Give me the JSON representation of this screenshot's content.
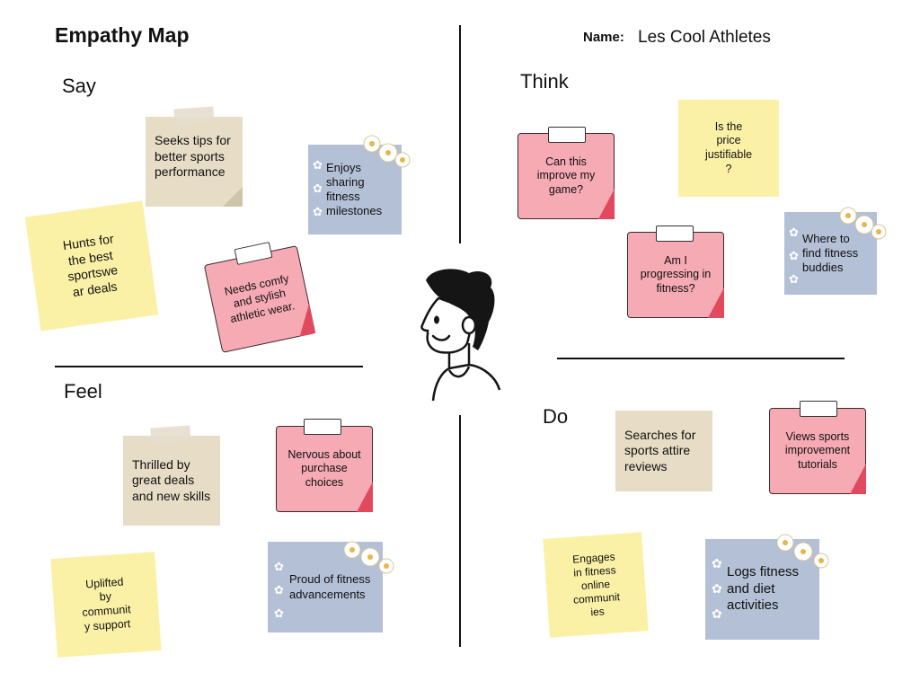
{
  "header": {
    "title": "Empathy Map",
    "name_label": "Name:",
    "name_value": "Les Cool Athletes"
  },
  "quadrants": {
    "say": "Say",
    "think": "Think",
    "feel": "Feel",
    "do": "Do"
  },
  "notes": {
    "say_1": "Seeks tips for better sports performance",
    "say_2": "Enjoys sharing fitness milestones",
    "say_3": "Hunts for the best sportswe ar deals",
    "say_4": "Needs comfy and stylish athletic wear.",
    "think_1": "Can this improve my game?",
    "think_2": "Is the price justifiable ?",
    "think_3": "Am I progressing in fitness?",
    "think_4": "Where to find fitness buddies",
    "feel_1": "Thrilled by great deals and new skills",
    "feel_2": "Nervous about purchase choices",
    "feel_3": "Uplifted by communit y support",
    "feel_4": "Proud of fitness advancements",
    "do_1": "Searches for sports attire reviews",
    "do_2": "Views sports improvement tutorials",
    "do_3": "Engages in fitness online communit ies",
    "do_4": "Logs fitness and diet activities"
  },
  "colors": {
    "tan": "#e7dcc6",
    "yellow": "#fbf1a6",
    "blue": "#b3c0d6",
    "pink": "#f5aab4",
    "pink_fold": "#e0495e"
  },
  "icons": {
    "center": "person-avatar-icon",
    "bullet": "flower-bullet-icon",
    "decoration": "flower-cluster-icon"
  }
}
